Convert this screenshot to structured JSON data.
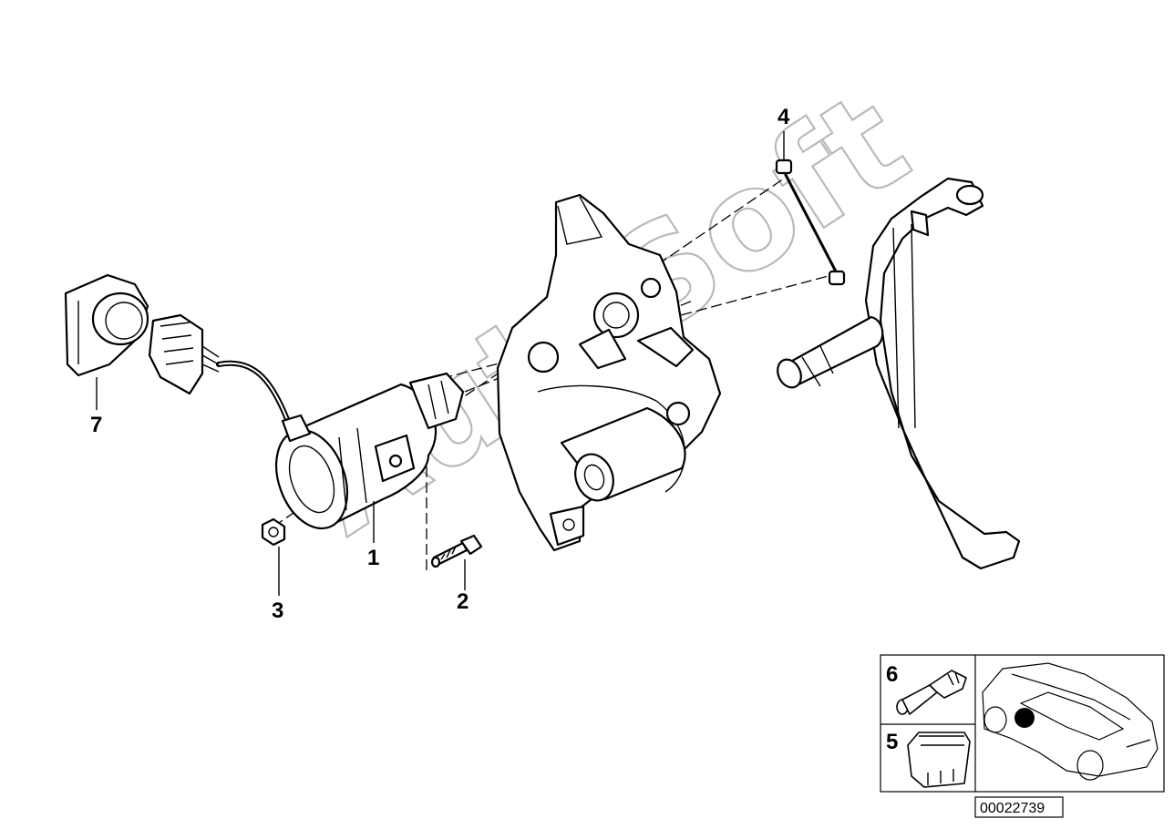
{
  "diagram": {
    "callouts": [
      {
        "id": "1",
        "label": "1"
      },
      {
        "id": "2",
        "label": "2"
      },
      {
        "id": "3",
        "label": "3"
      },
      {
        "id": "4",
        "label": "4"
      },
      {
        "id": "7",
        "label": "7"
      }
    ],
    "inset": {
      "items": [
        {
          "label": "6"
        },
        {
          "label": "5"
        }
      ]
    },
    "diagram_number": "00022739",
    "watermark": "AutoSoft"
  }
}
